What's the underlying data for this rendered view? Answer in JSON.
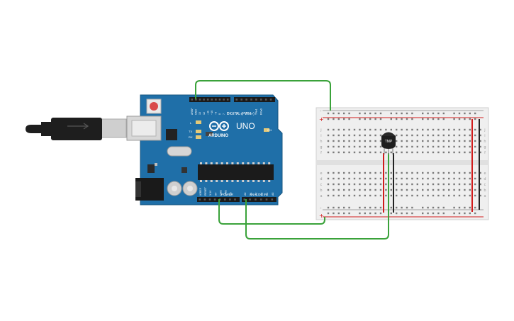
{
  "board": {
    "brand_text": "ARDUINO",
    "model_text": "UNO",
    "digital_header_label": "DIGITAL (PWM~)",
    "power_label": "POWER",
    "analog_label": "ANALOG IN",
    "on_led_label": "ON",
    "l_led_label": "L",
    "tx_label": "TX",
    "rx_label": "RX",
    "digital_pins": [
      "AREF",
      "GND",
      "13",
      "12",
      "~11",
      "~10",
      "~9",
      "8",
      "7",
      "~6",
      "~5",
      "4",
      "~3",
      "2",
      "TX▸1",
      "RX◂0"
    ],
    "power_pins": [
      "IOREF",
      "RESET",
      "3.3V",
      "5V",
      "GND",
      "GND",
      "Vin"
    ],
    "analog_pins": [
      "A0",
      "A1",
      "A2",
      "A3",
      "A4",
      "A5"
    ]
  },
  "sensor": {
    "label": "TMP"
  },
  "breadboard": {
    "row_letters_top": [
      "j",
      "i",
      "h",
      "g",
      "f"
    ],
    "row_letters_bottom": [
      "e",
      "d",
      "c",
      "b",
      "a"
    ],
    "rail_plus": "+",
    "rail_minus": "-",
    "column_count": 30
  },
  "colors": {
    "board_blue": "#1f6fa8",
    "wire_green": "#3aa23a",
    "wire_red": "#d01c1c",
    "wire_black": "#222222",
    "breadboard_bg": "#efefef"
  }
}
